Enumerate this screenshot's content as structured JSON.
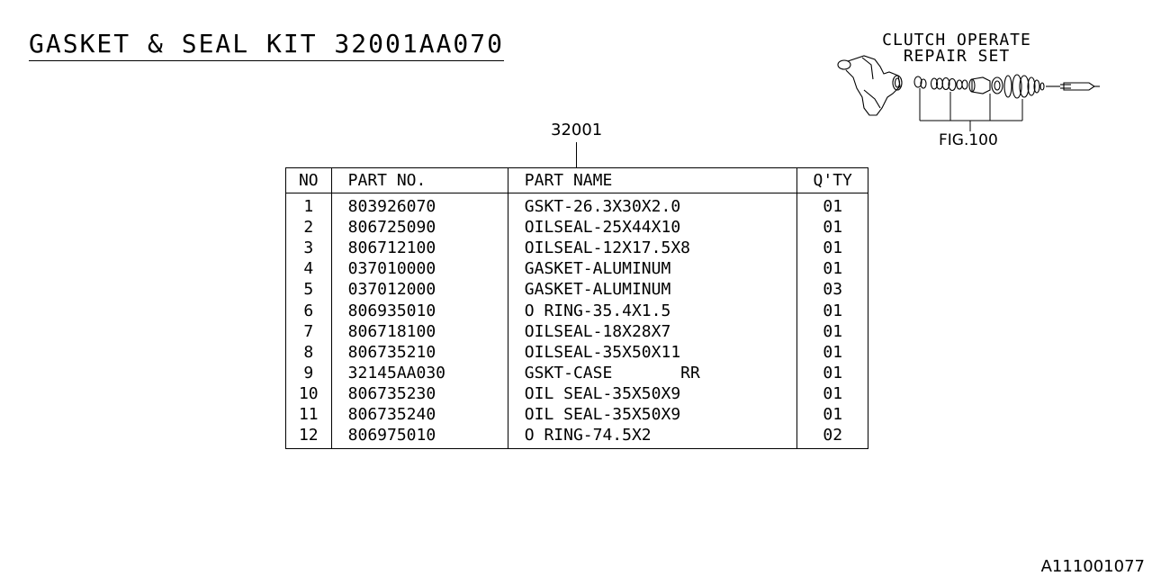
{
  "title": "GASKET & SEAL KIT 32001AA070",
  "group_number": "32001",
  "table": {
    "headers": {
      "no": "NO",
      "part_no": "PART NO.",
      "part_name": "PART NAME",
      "qty": "Q'TY"
    },
    "rows": [
      {
        "no": "1",
        "part_no": "803926070",
        "part_name": "GSKT-26.3X30X2.0",
        "qty": "01"
      },
      {
        "no": "2",
        "part_no": "806725090",
        "part_name": "OILSEAL-25X44X10",
        "qty": "01"
      },
      {
        "no": "3",
        "part_no": "806712100",
        "part_name": "OILSEAL-12X17.5X8",
        "qty": "01"
      },
      {
        "no": "4",
        "part_no": "037010000",
        "part_name": "GASKET-ALUMINUM",
        "qty": "01"
      },
      {
        "no": "5",
        "part_no": "037012000",
        "part_name": "GASKET-ALUMINUM",
        "qty": "03"
      },
      {
        "no": "6",
        "part_no": "806935010",
        "part_name": "O RING-35.4X1.5",
        "qty": "01"
      },
      {
        "no": "7",
        "part_no": "806718100",
        "part_name": "OILSEAL-18X28X7",
        "qty": "01"
      },
      {
        "no": "8",
        "part_no": "806735210",
        "part_name": "OILSEAL-35X50X11",
        "qty": "01"
      },
      {
        "no": "9",
        "part_no": "32145AA030",
        "part_name": "GSKT-CASE       RR",
        "qty": "01"
      },
      {
        "no": "10",
        "part_no": "806735230",
        "part_name": "OIL SEAL-35X50X9",
        "qty": "01"
      },
      {
        "no": "11",
        "part_no": "806735240",
        "part_name": "OIL SEAL-35X50X9",
        "qty": "01"
      },
      {
        "no": "12",
        "part_no": "806975010",
        "part_name": "O RING-74.5X2",
        "qty": "02"
      }
    ]
  },
  "clutch_set": {
    "label_line1": "CLUTCH OPERATE",
    "label_line2": "REPAIR SET",
    "fig_ref": "FIG.100"
  },
  "drawing_id": "A111001077"
}
